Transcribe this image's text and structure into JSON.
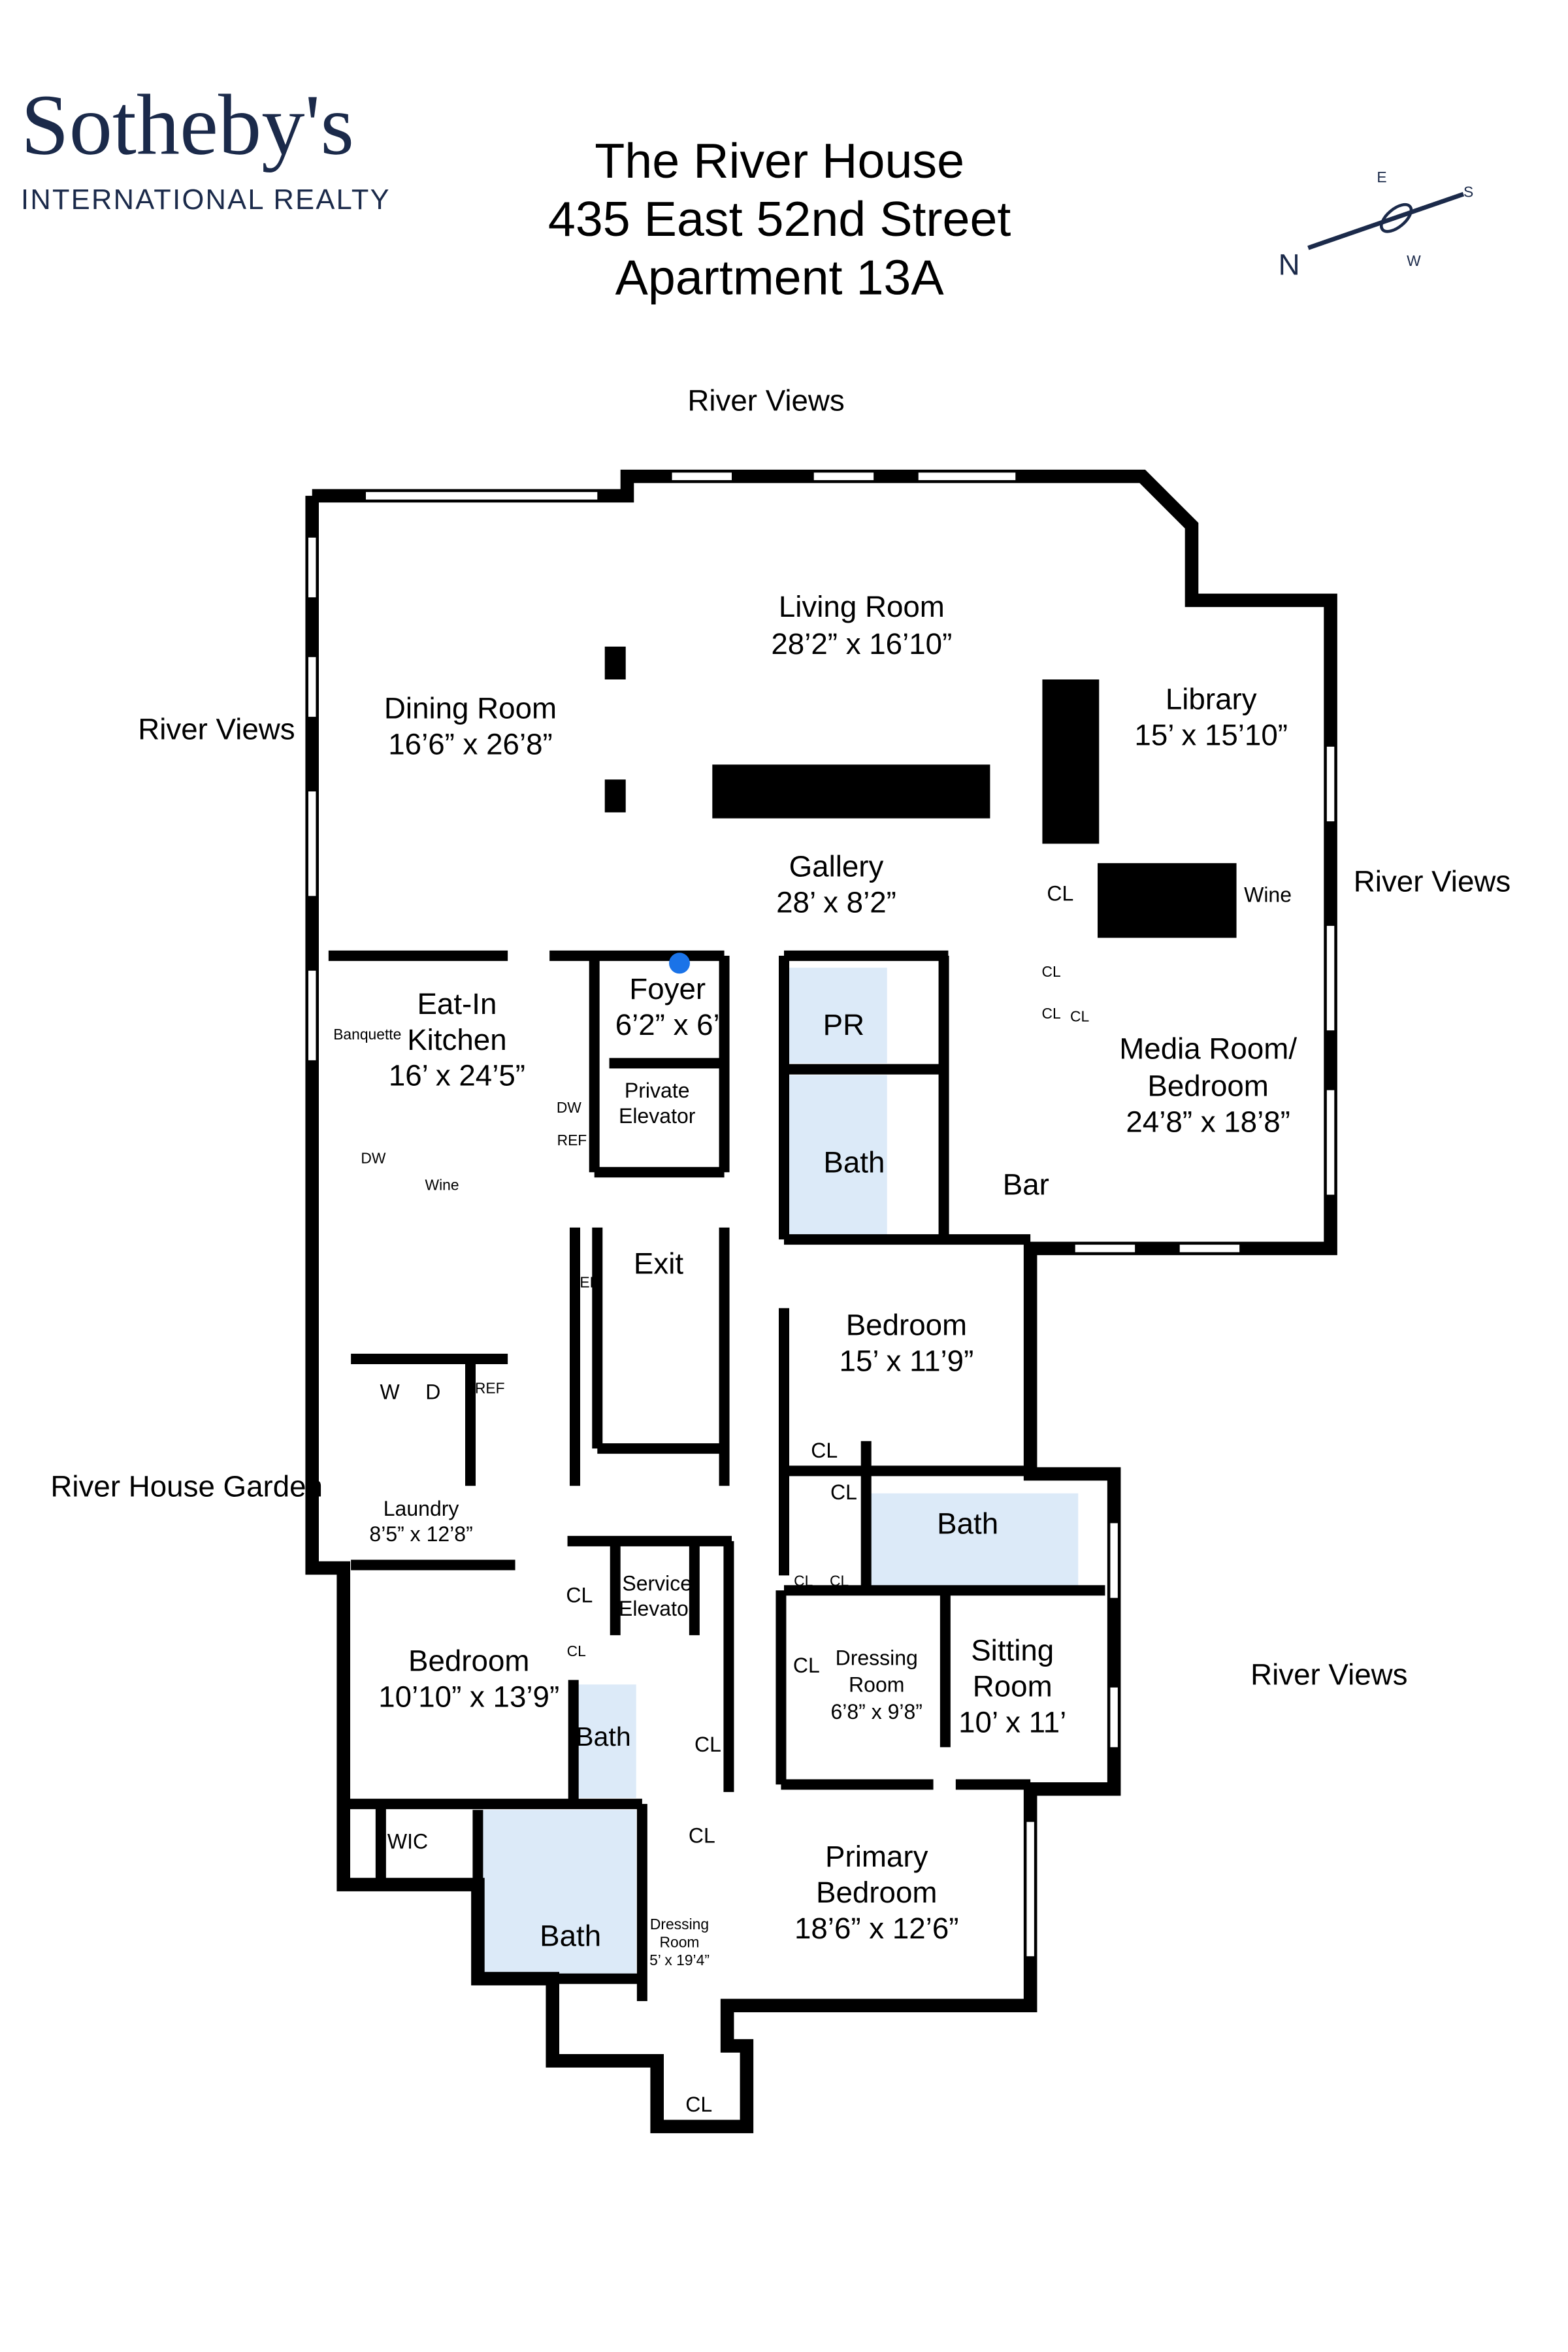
{
  "brand": {
    "name": "Sotheby's",
    "tagline": "INTERNATIONAL REALTY",
    "color": "#1b2a4a"
  },
  "header": {
    "line1": "The River House",
    "line2": "435 East 52nd Street",
    "line3": "Apartment 13A"
  },
  "compass": {
    "n": "N",
    "e": "E",
    "s": "S",
    "w": "W",
    "color": "#1b2a4a"
  },
  "views": {
    "top": "River Views",
    "left": "River Views",
    "right": "River Views",
    "right_lower": "River Views",
    "garden": "River House Garden"
  },
  "colors": {
    "bath_fill": "#dceaf8",
    "entry_marker": "#1a73e8"
  },
  "rooms": {
    "living": {
      "name": "Living Room",
      "dims": "28’2” x 16’10”"
    },
    "dining": {
      "name": "Dining Room",
      "dims": "16’6” x 26’8”"
    },
    "library": {
      "name": "Library",
      "dims": "15’ x 15’10”"
    },
    "gallery": {
      "name": "Gallery",
      "dims": "28’ x 8’2”"
    },
    "foyer": {
      "name": "Foyer",
      "dims": "6’2” x 6’"
    },
    "private_elevator": {
      "line1": "Private",
      "line2": "Elevator"
    },
    "kitchen": {
      "line1": "Eat-In",
      "line2": "Kitchen",
      "dims": "16’ x 24’5”"
    },
    "media": {
      "line1": "Media Room/",
      "line2": "Bedroom",
      "dims": "24’8” x 18’8”"
    },
    "pr": {
      "name": "PR"
    },
    "bath1": {
      "name": "Bath"
    },
    "bar": {
      "name": "Bar"
    },
    "exit": {
      "name": "Exit"
    },
    "bedroom1": {
      "name": "Bedroom",
      "dims": "15’ x 11’9”"
    },
    "bath2": {
      "name": "Bath"
    },
    "laundry": {
      "name": "Laundry",
      "dims": "8’5” x 12’8”"
    },
    "service_elevator": {
      "line1": "Service",
      "line2": "Elevator"
    },
    "bedroom2": {
      "name": "Bedroom",
      "dims": "10’10” x 13’9”"
    },
    "bath3": {
      "name": "Bath"
    },
    "dressing1": {
      "line1": "Dressing",
      "line2": "Room",
      "dims": "6’8” x 9’8”"
    },
    "sitting": {
      "line1": "Sitting",
      "line2": "Room",
      "dims": "10’ x 11’"
    },
    "wic": {
      "name": "WIC"
    },
    "primary": {
      "line1": "Primary",
      "line2": "Bedroom",
      "dims": "18’6” x 12’6”"
    },
    "bath4": {
      "name": "Bath"
    },
    "dressing2": {
      "line1": "Dressing",
      "line2": "Room",
      "dims": "5’ x 19’4”"
    }
  },
  "fixtures": {
    "cl": "CL",
    "wine": "Wine",
    "banquette": "Banquette",
    "dw": "DW",
    "ref": "REF",
    "washer": "W",
    "dryer": "D"
  }
}
